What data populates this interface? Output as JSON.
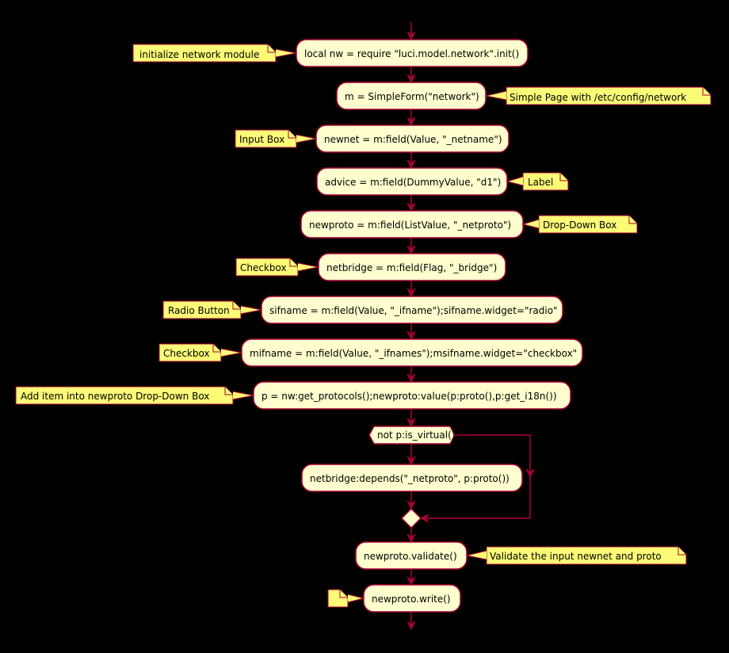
{
  "actions": {
    "a1": "local nw = require \"luci.model.network\".init()",
    "a2": "m = SimpleForm(\"network\")",
    "a3": "newnet = m:field(Value, \"_netname\")",
    "a4": "advice = m:field(DummyValue, \"d1\")",
    "a5": "newproto = m:field(ListValue, \"_netproto\")",
    "a6": "netbridge = m:field(Flag, \"_bridge\")",
    "a7": "sifname = m:field(Value, \"_ifname\");sifname.widget=\"radio\"",
    "a8": "mifname = m:field(Value, \"_ifnames\");msifname.widget=\"checkbox\"",
    "a9": "p  = nw:get_protocols();newproto:value(p:proto(),p:get_i18n())",
    "a10": "netbridge:depends(\"_netproto\", p:proto())",
    "a11": "newproto.validate()",
    "a12": "newproto.write()"
  },
  "condition": "not p:is_virtual()",
  "notes": {
    "n1": "initialize network module",
    "n2": "Simple Page with /etc/config/network",
    "n3": "Input Box",
    "n4": "Label",
    "n5": "Drop-Down Box",
    "n6": "Checkbox",
    "n7": "Radio Button",
    "n8": "Checkbox",
    "n9": "Add item into newproto Drop-Down Box",
    "n10": "Validate the input newnet and proto",
    "n11": ""
  },
  "colors": {
    "background": "#000000",
    "activity_fill": "#FEFECE",
    "note_fill": "#FBFB77",
    "border": "#A80036"
  }
}
